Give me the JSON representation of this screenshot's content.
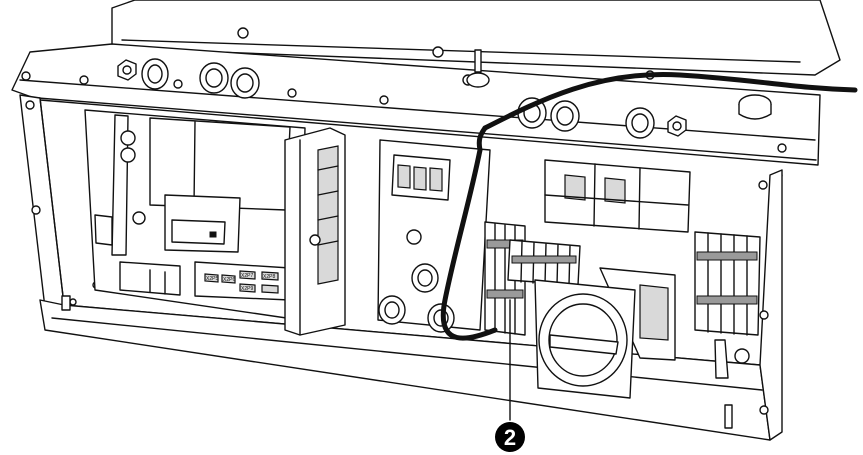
{
  "callout": {
    "label": "2",
    "fill": "#000000",
    "text_color": "#ffffff"
  },
  "board_labels": {
    "l1": "X2P7",
    "l2": "X2P8",
    "l3": "X2P9",
    "l4": "X2P5",
    "l5": "X2P6"
  },
  "colors": {
    "line": "#111111",
    "panel": "#ffffff",
    "shade": "#d9d9d9"
  }
}
